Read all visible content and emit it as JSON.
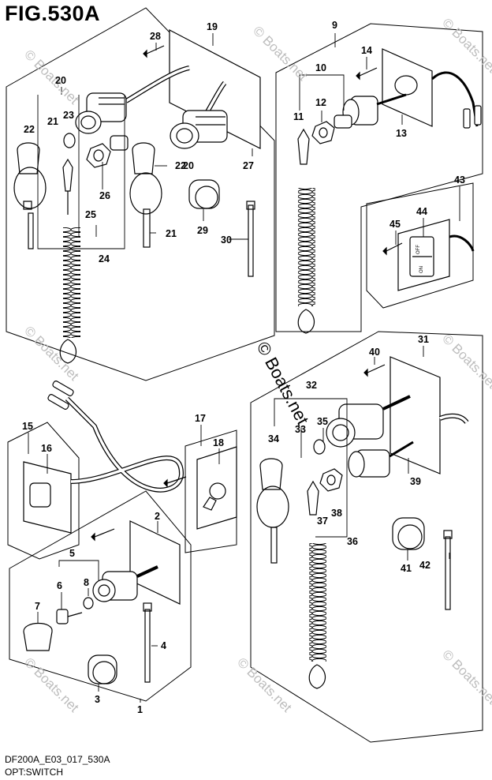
{
  "figure": {
    "title": "FIG.530A",
    "code": "DF200A_E03_017_530A",
    "caption": "OPT:SWITCH"
  },
  "watermark": {
    "text": "© Boats.net"
  },
  "callouts": [
    {
      "n": "1"
    },
    {
      "n": "2"
    },
    {
      "n": "3"
    },
    {
      "n": "4"
    },
    {
      "n": "5"
    },
    {
      "n": "6"
    },
    {
      "n": "7"
    },
    {
      "n": "8"
    },
    {
      "n": "9"
    },
    {
      "n": "10"
    },
    {
      "n": "11"
    },
    {
      "n": "12"
    },
    {
      "n": "13"
    },
    {
      "n": "14"
    },
    {
      "n": "15"
    },
    {
      "n": "16"
    },
    {
      "n": "17"
    },
    {
      "n": "18"
    },
    {
      "n": "19"
    },
    {
      "n": "20"
    },
    {
      "n": "20"
    },
    {
      "n": "21"
    },
    {
      "n": "21"
    },
    {
      "n": "22"
    },
    {
      "n": "22"
    },
    {
      "n": "23"
    },
    {
      "n": "24"
    },
    {
      "n": "25"
    },
    {
      "n": "26"
    },
    {
      "n": "27"
    },
    {
      "n": "28"
    },
    {
      "n": "29"
    },
    {
      "n": "30"
    },
    {
      "n": "31"
    },
    {
      "n": "32"
    },
    {
      "n": "33"
    },
    {
      "n": "34"
    },
    {
      "n": "35"
    },
    {
      "n": "36"
    },
    {
      "n": "37"
    },
    {
      "n": "38"
    },
    {
      "n": "39"
    },
    {
      "n": "40"
    },
    {
      "n": "41"
    },
    {
      "n": "42"
    },
    {
      "n": "43"
    },
    {
      "n": "44"
    },
    {
      "n": "45"
    }
  ],
  "switch_labels": {
    "on": "ON",
    "off": "OFF"
  }
}
